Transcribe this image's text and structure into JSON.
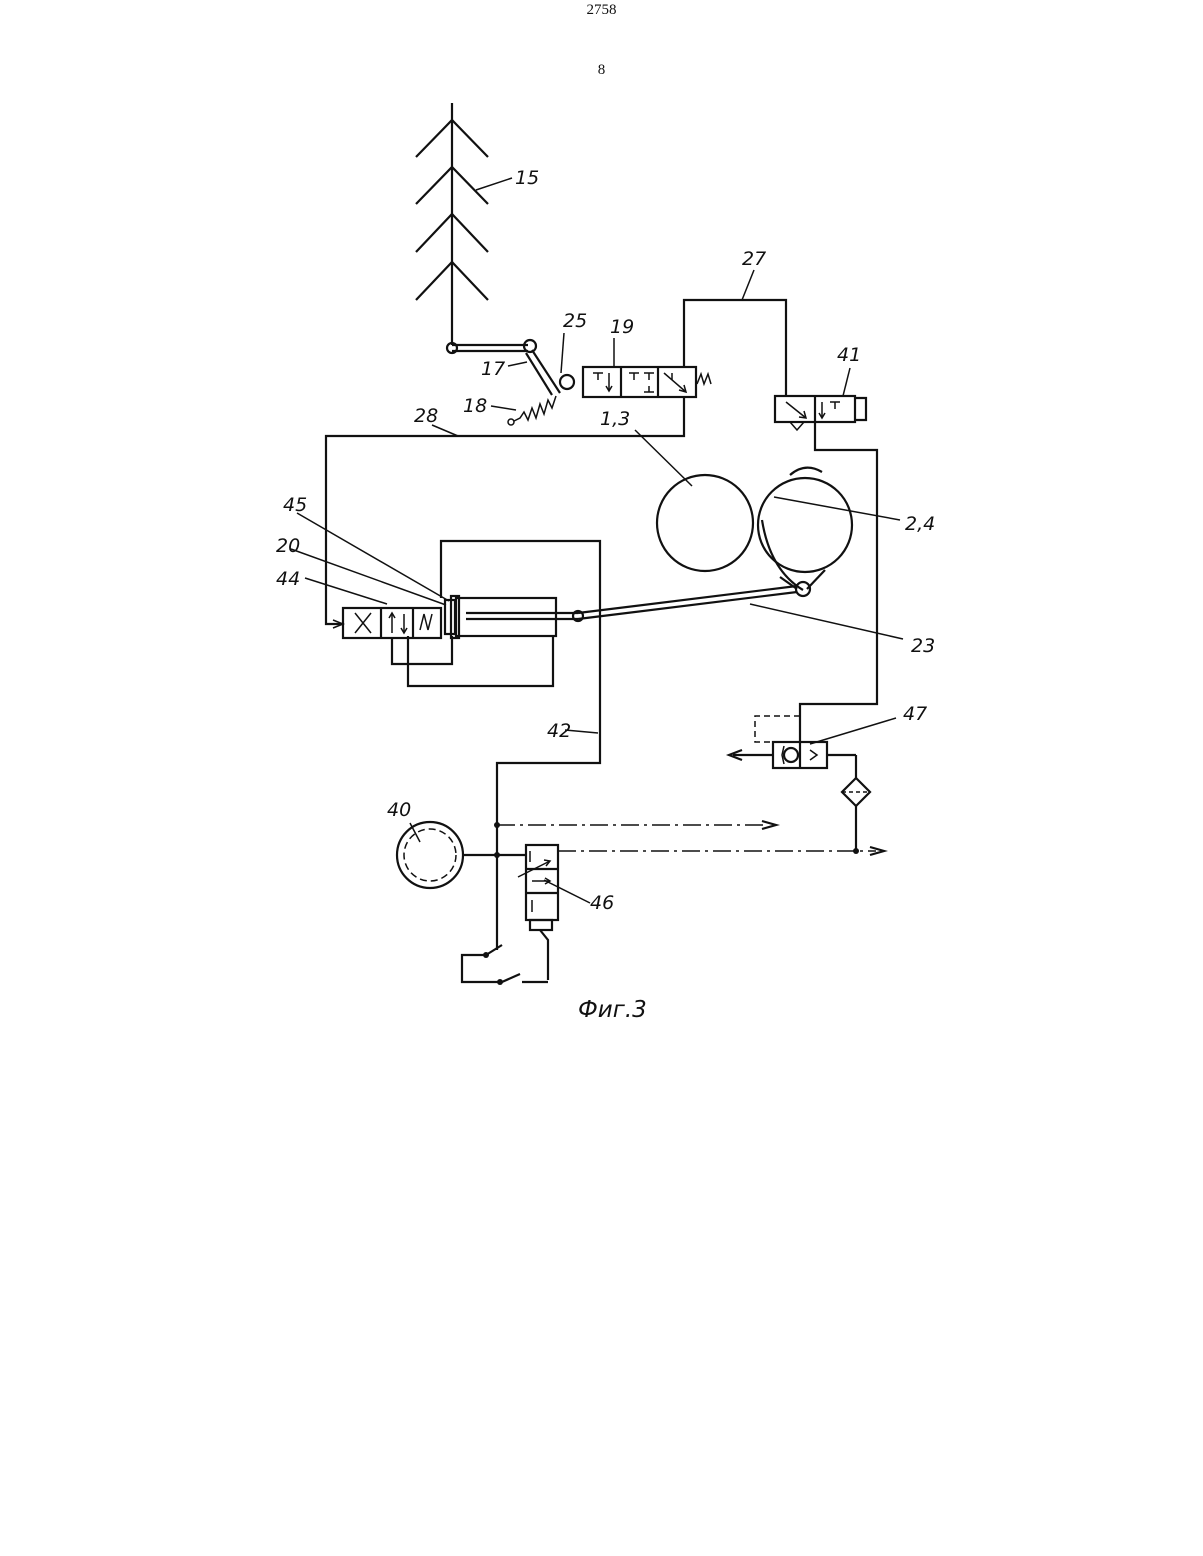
{
  "header": {
    "document_number": "2758",
    "sheet_number": "8"
  },
  "labels": {
    "l15": "15",
    "l27": "27",
    "l25": "25",
    "l19": "19",
    "l41": "41",
    "l17": "17",
    "l18": "18",
    "l28": "28",
    "l13": "1,3",
    "l24": "2,4",
    "l45": "45",
    "l20": "20",
    "l44": "44",
    "l23": "23",
    "l47": "47",
    "l42": "42",
    "l40": "40",
    "l46": "46"
  },
  "caption": "Фиг.3"
}
